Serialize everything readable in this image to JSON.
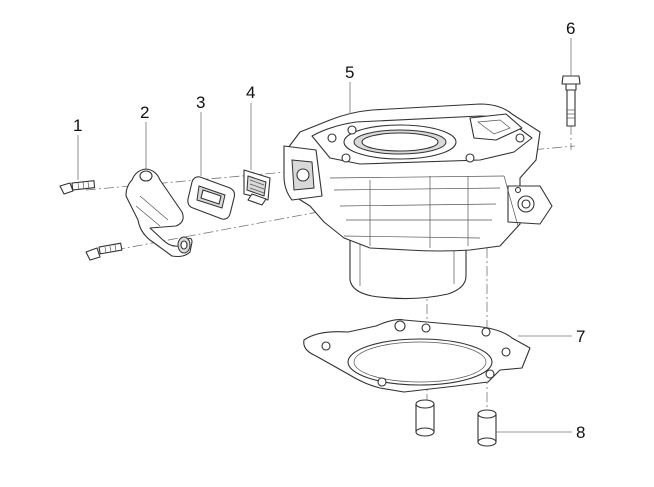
{
  "diagram": {
    "callouts": [
      {
        "label": "1",
        "part": "bolt"
      },
      {
        "label": "2",
        "part": "water-outlet-fitting"
      },
      {
        "label": "3",
        "part": "outlet-gasket"
      },
      {
        "label": "4",
        "part": "thermostat-element"
      },
      {
        "label": "5",
        "part": "cylinder"
      },
      {
        "label": "6",
        "part": "cylinder-bolt"
      },
      {
        "label": "7",
        "part": "cylinder-base-gasket"
      },
      {
        "label": "8",
        "part": "dowel-pin"
      }
    ]
  }
}
